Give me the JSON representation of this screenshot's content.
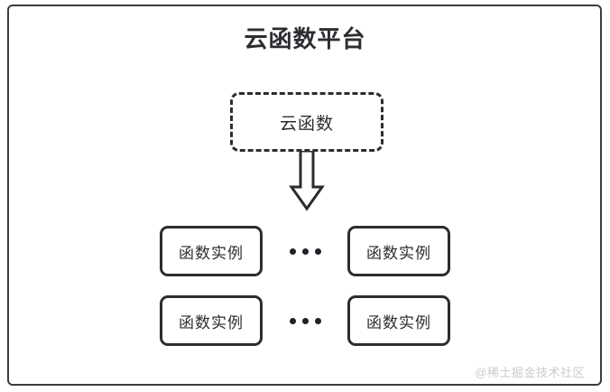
{
  "diagram": {
    "title": "云函数平台",
    "background_color": "#ffffff",
    "stroke_color": "#2b2d31",
    "frame_color": "#3a3d42",
    "watermark": "@稀土掘金技术社区",
    "cloud_function_node": {
      "label": "云函数",
      "border_style": "dashed"
    },
    "arrow": {
      "icon": "arrow-down-block-icon",
      "direction": "down"
    },
    "ellipsis": "•••",
    "instance_rows": [
      {
        "row_id": "row-top",
        "left_instance": "函数实例",
        "right_instance": "函数实例",
        "separator": "•••"
      },
      {
        "row_id": "row-bottom",
        "left_instance": "函数实例",
        "right_instance": "函数实例",
        "separator": "•••"
      }
    ]
  }
}
